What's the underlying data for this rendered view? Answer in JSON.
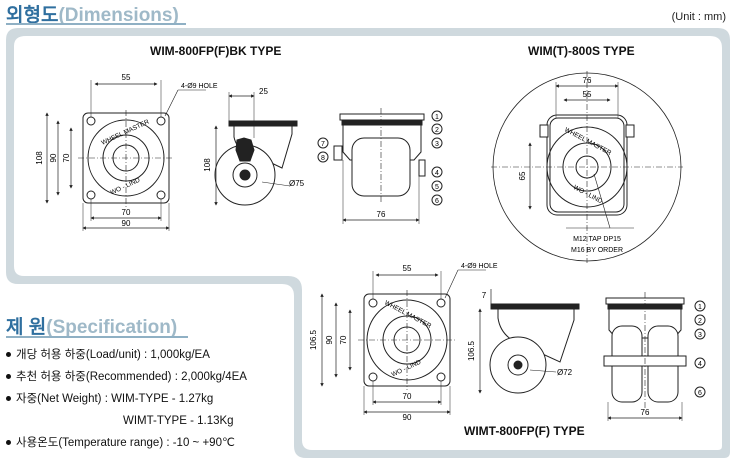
{
  "dimensions_heading": {
    "korean": "외형도",
    "english": "(Dimensions)"
  },
  "unit_label": "(Unit : mm)",
  "types": {
    "bk": "WIM-800FP(F)BK TYPE",
    "s": "WIM(T)-800S TYPE",
    "wimt": "WIMT-800FP(F) TYPE"
  },
  "drawing_labels": {
    "d55": "55",
    "d25": "25",
    "d70": "70",
    "d90": "90",
    "d108": "108",
    "d76": "76",
    "d65": "65",
    "d7": "7",
    "d1065": "106.5",
    "phi75": "Ø75",
    "phi72": "Ø72",
    "hole": "4-Ø9 HOLE",
    "tap1": "M12 TAP DP15",
    "tap2": "M16 BY ORDER",
    "plate_top": "WHEEL MASTER",
    "plate_bottom": "WO - LIND",
    "n1": "1",
    "n2": "2",
    "n3": "3",
    "n4": "4",
    "n5": "5",
    "n6": "6",
    "n7": "7",
    "n8": "8"
  },
  "specification_heading": {
    "korean": "제 원",
    "english": "(Specification)"
  },
  "specs": [
    {
      "label": "개당 허용 하중(Load/unit) : 1,000kg/EA"
    },
    {
      "label": "추천 허용 하중(Recommended) : 2,000kg/4EA"
    },
    {
      "label": "자중(Net Weight) : WIM-TYPE - 1.27kg"
    },
    {
      "label": "WIMT-TYPE - 1.13Kg",
      "indent": true
    },
    {
      "label": "사용온도(Temperature range) : -10 ~ +90℃"
    }
  ],
  "colors": {
    "accent_blue": "#2f6f9f",
    "accent_light": "#9fb9c8",
    "panel_gray": "#cfd9de"
  }
}
